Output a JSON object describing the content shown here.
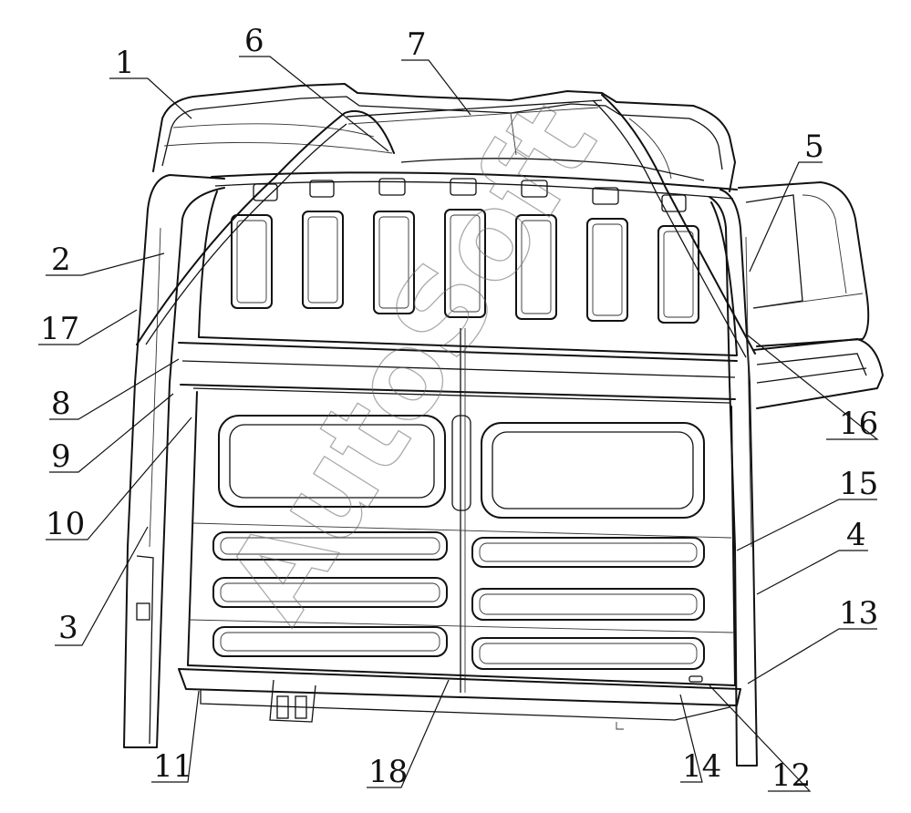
{
  "watermark": "AutoSoft",
  "callouts": [
    {
      "id": "1",
      "label": "1"
    },
    {
      "id": "2",
      "label": "2"
    },
    {
      "id": "3",
      "label": "3"
    },
    {
      "id": "4",
      "label": "4"
    },
    {
      "id": "5",
      "label": "5"
    },
    {
      "id": "6",
      "label": "6"
    },
    {
      "id": "7",
      "label": "7"
    },
    {
      "id": "8",
      "label": "8"
    },
    {
      "id": "9",
      "label": "9"
    },
    {
      "id": "10",
      "label": "10"
    },
    {
      "id": "11",
      "label": "11"
    },
    {
      "id": "12",
      "label": "12"
    },
    {
      "id": "13",
      "label": "13"
    },
    {
      "id": "14",
      "label": "14"
    },
    {
      "id": "15",
      "label": "15"
    },
    {
      "id": "16",
      "label": "16"
    },
    {
      "id": "17",
      "label": "17"
    },
    {
      "id": "18",
      "label": "18"
    }
  ]
}
